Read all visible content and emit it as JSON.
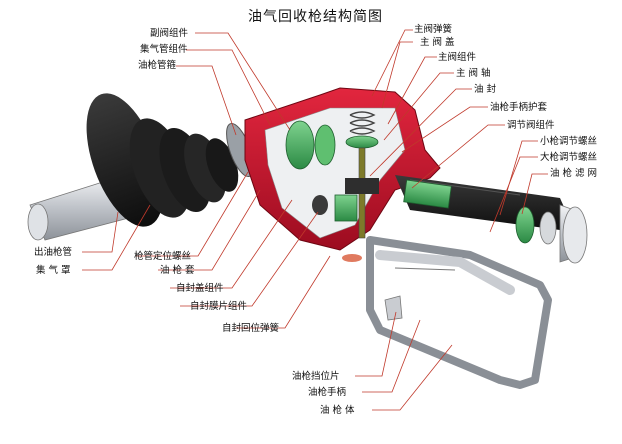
{
  "title": "油气回收枪结构简图",
  "labels": {
    "vice_valve": "副阀组件",
    "vapor_pipe": "集气管组件",
    "pipe_hoop": "油枪管箍",
    "outlet_pipe": "出油枪管",
    "vapor_cover": "集 气 罩",
    "pipe_set_screw": "枪管定位螺丝",
    "gun_sleeve": "油 枪 套",
    "seal_cap": "自封盖组件",
    "seal_membrane": "自封膜片组件",
    "seal_return_spring": "自封回位弹簧",
    "main_valve_spring": "主阀弹簧",
    "main_valve_cap": "主 阀 盖",
    "main_valve_assy": "主阀组件",
    "main_valve_shaft": "主 阀 轴",
    "oil_seal": "油    封",
    "handle_guard": "油枪手柄护套",
    "regulator_valve": "调节阀组件",
    "small_adjust_screw": "小枪调节螺丝",
    "large_adjust_screw": "大枪调节螺丝",
    "filter_net": "油 枪 滤 网",
    "lever_stop": "油枪挡位片",
    "handle": "油枪手柄",
    "body": "油 枪 体"
  },
  "colors": {
    "leader": "#c0392b",
    "body_red": "#c8102e",
    "green": "#3fa45b",
    "black": "#1a1a1a",
    "silver": "#c9ccd1"
  }
}
